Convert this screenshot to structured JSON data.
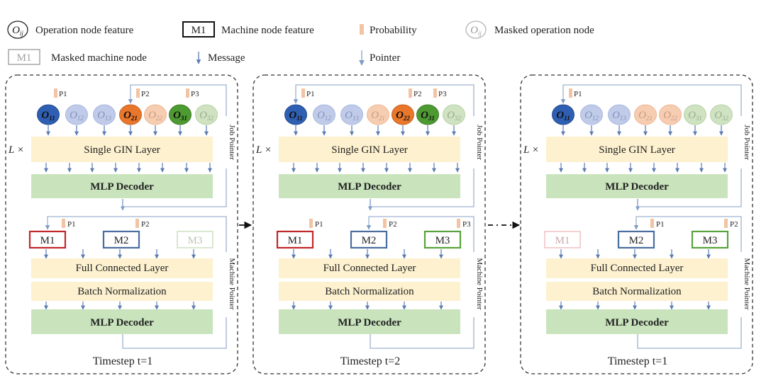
{
  "legend": {
    "operation_node_feature": "Operation node feature",
    "machine_node_feature": "Machine node feature",
    "probability": "Probability",
    "masked_operation_node": "Masked operation node",
    "masked_machine_node": "Masked machine node",
    "message": "Message",
    "pointer": "Pointer",
    "op_symbol_base": "O",
    "op_symbol_sub": "ij",
    "machine_symbol": "M1"
  },
  "labels": {
    "gin_layer": "Single GIN Layer",
    "mlp_decoder": "MLP Decoder",
    "full_connected": "Full Connected Layer",
    "batch_norm": "Batch Normalization",
    "job_pointer": "Job Pointer",
    "machine_pointer": "Machine Pointer",
    "l_times": "L ×"
  },
  "colors": {
    "gin_fill": "#fdf1cf",
    "mlp_fill": "#c9e4bd",
    "prob_bar": "#f2c4a4",
    "arrow": "#5b7bb2",
    "pointer_line": "#9db3d1",
    "m1_border": "#c0282a",
    "m2_border": "#4b6e9e",
    "m3_border": "#5aa23e"
  },
  "panels": [
    {
      "timestep": "Timestep t=1",
      "ops": [
        {
          "base": "O",
          "sub": "11",
          "fill": "#2f5fb3",
          "stroke": "#244a8e",
          "text": "#111111",
          "bold": true
        },
        {
          "base": "O",
          "sub": "12",
          "fill": "#bfcbe9",
          "stroke": "#a9b8df",
          "text": "#8593b8",
          "bold": false
        },
        {
          "base": "O",
          "sub": "13",
          "fill": "#bfcbe9",
          "stroke": "#a9b8df",
          "text": "#8593b8",
          "bold": false
        },
        {
          "base": "O",
          "sub": "21",
          "fill": "#e9772b",
          "stroke": "#c9601c",
          "text": "#111111",
          "bold": true
        },
        {
          "base": "O",
          "sub": "22",
          "fill": "#f7cdb2",
          "stroke": "#efb694",
          "text": "#c99a80",
          "bold": false
        },
        {
          "base": "O",
          "sub": "31",
          "fill": "#4e9a32",
          "stroke": "#3e7f26",
          "text": "#111111",
          "bold": true
        },
        {
          "base": "O",
          "sub": "32",
          "fill": "#cfe2c2",
          "stroke": "#b7d3a5",
          "text": "#9aae8c",
          "bold": false
        }
      ],
      "job_probs": [
        {
          "label": "P1",
          "at": 0
        },
        {
          "label": "P2",
          "at": 3
        },
        {
          "label": "P3",
          "at": 5
        }
      ],
      "job_pointer_to": 3,
      "machines": [
        {
          "label": "M1",
          "border": "#c0282a",
          "text": "#222222",
          "masked": false
        },
        {
          "label": "M2",
          "border": "#4b6e9e",
          "text": "#222222",
          "masked": false
        },
        {
          "label": "M3",
          "border": "#cfe1c3",
          "text": "#b8c6b0",
          "masked": true
        }
      ],
      "machine_probs": [
        {
          "label": "P1",
          "at": 0
        },
        {
          "label": "P2",
          "at": 1
        }
      ],
      "machine_pointer_to": 0
    },
    {
      "timestep": "Timestep t=2",
      "ops": [
        {
          "base": "O",
          "sub": "11",
          "fill": "#2f5fb3",
          "stroke": "#244a8e",
          "text": "#111111",
          "bold": true
        },
        {
          "base": "O",
          "sub": "12",
          "fill": "#bfcbe9",
          "stroke": "#a9b8df",
          "text": "#8593b8",
          "bold": false
        },
        {
          "base": "O",
          "sub": "13",
          "fill": "#bfcbe9",
          "stroke": "#a9b8df",
          "text": "#8593b8",
          "bold": false
        },
        {
          "base": "O",
          "sub": "21",
          "fill": "#f7cdb2",
          "stroke": "#efb694",
          "text": "#c99a80",
          "bold": false
        },
        {
          "base": "O",
          "sub": "22",
          "fill": "#e9772b",
          "stroke": "#c9601c",
          "text": "#111111",
          "bold": true
        },
        {
          "base": "O",
          "sub": "31",
          "fill": "#4e9a32",
          "stroke": "#3e7f26",
          "text": "#111111",
          "bold": true
        },
        {
          "base": "O",
          "sub": "32",
          "fill": "#cfe2c2",
          "stroke": "#b7d3a5",
          "text": "#9aae8c",
          "bold": false
        }
      ],
      "job_probs": [
        {
          "label": "P1",
          "at": 0
        },
        {
          "label": "P2",
          "at": 4
        },
        {
          "label": "P3",
          "at": 5
        }
      ],
      "job_pointer_to": 0,
      "machines": [
        {
          "label": "M1",
          "border": "#c0282a",
          "text": "#222222",
          "masked": false
        },
        {
          "label": "M2",
          "border": "#4b6e9e",
          "text": "#222222",
          "masked": false
        },
        {
          "label": "M3",
          "border": "#5aa23e",
          "text": "#222222",
          "masked": false
        }
      ],
      "machine_probs": [
        {
          "label": "P1",
          "at": 0
        },
        {
          "label": "P2",
          "at": 1
        },
        {
          "label": "P3",
          "at": 2
        }
      ],
      "machine_pointer_to": 1
    },
    {
      "timestep": "Timestep t=1",
      "ops": [
        {
          "base": "O",
          "sub": "11",
          "fill": "#2f5fb3",
          "stroke": "#244a8e",
          "text": "#111111",
          "bold": true
        },
        {
          "base": "O",
          "sub": "12",
          "fill": "#bfcbe9",
          "stroke": "#a9b8df",
          "text": "#8593b8",
          "bold": false
        },
        {
          "base": "O",
          "sub": "13",
          "fill": "#bfcbe9",
          "stroke": "#a9b8df",
          "text": "#8593b8",
          "bold": false
        },
        {
          "base": "O",
          "sub": "21",
          "fill": "#f7cdb2",
          "stroke": "#efb694",
          "text": "#c99a80",
          "bold": false
        },
        {
          "base": "O",
          "sub": "22",
          "fill": "#f7cdb2",
          "stroke": "#efb694",
          "text": "#c99a80",
          "bold": false
        },
        {
          "base": "O",
          "sub": "31",
          "fill": "#cfe2c2",
          "stroke": "#b7d3a5",
          "text": "#9aae8c",
          "bold": false
        },
        {
          "base": "O",
          "sub": "32",
          "fill": "#cfe2c2",
          "stroke": "#b7d3a5",
          "text": "#9aae8c",
          "bold": false
        }
      ],
      "job_probs": [
        {
          "label": "P1",
          "at": 0
        }
      ],
      "job_pointer_to": 0,
      "machines": [
        {
          "label": "M1",
          "border": "#f1c4c4",
          "text": "#c9a8a8",
          "masked": true
        },
        {
          "label": "M2",
          "border": "#4b6e9e",
          "text": "#222222",
          "masked": false
        },
        {
          "label": "M3",
          "border": "#5aa23e",
          "text": "#222222",
          "masked": false
        }
      ],
      "machine_probs": [
        {
          "label": "P1",
          "at": 1
        },
        {
          "label": "P2",
          "at": 2
        }
      ],
      "machine_pointer_to": 1
    }
  ]
}
